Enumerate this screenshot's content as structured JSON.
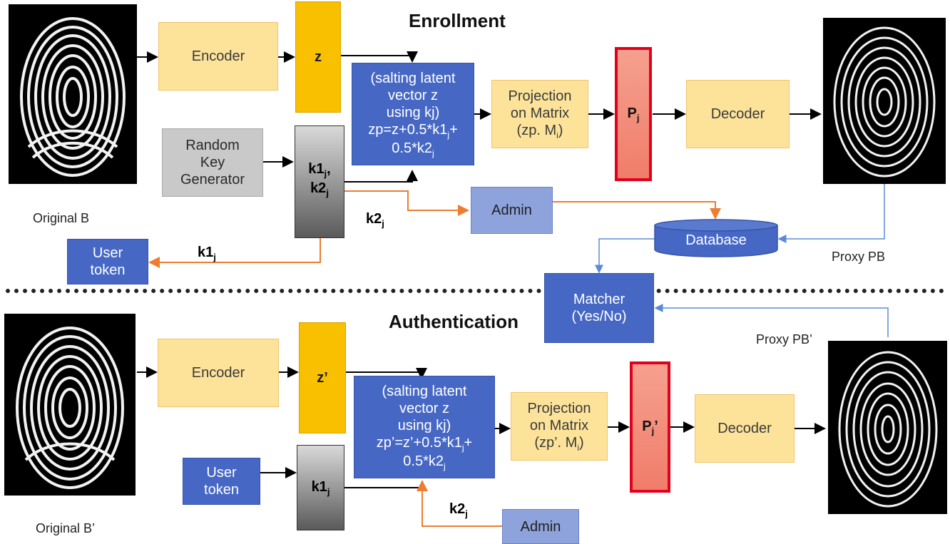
{
  "enrollment": {
    "title": "Enrollment",
    "encoder": "Encoder",
    "z": "z",
    "salting": [
      "(salting latent",
      "vector z",
      "using kj)",
      "zp=z+0.5*k1",
      "j",
      "+",
      "0.5*k2",
      "j"
    ],
    "projection": [
      "Projection",
      "on Matrix",
      "(zp. M",
      "i",
      ")"
    ],
    "p": "P",
    "p_sub": "j",
    "decoder": "Decoder",
    "random_key": [
      "Random",
      "Key",
      "Generator"
    ],
    "key": [
      "k1",
      "j",
      ",",
      "k2",
      "j"
    ],
    "k2_label": "k2",
    "k2_sub": "j",
    "k1_label": "k1",
    "k1_sub": "j",
    "admin": "Admin",
    "database": "Database",
    "user_token": [
      "User",
      "token"
    ],
    "original": "Original B",
    "proxy": "Proxy PB"
  },
  "matcher": [
    "Matcher",
    "(Yes/No)"
  ],
  "authentication": {
    "title": "Authentication",
    "encoder": "Encoder",
    "z": "z’",
    "salting": [
      "(salting latent",
      "vector z",
      "using kj)",
      "zp’=z’+0.5*k1",
      "j",
      "+",
      "0.5*k2",
      "j"
    ],
    "projection": [
      "Projection",
      "on Matrix",
      "(zp’. M",
      "i",
      ")"
    ],
    "p": "P",
    "p_sub": "j",
    "p_suffix": "’",
    "decoder": "Decoder",
    "user_token": [
      "User",
      "token"
    ],
    "key": [
      "k1",
      "j"
    ],
    "k2_label": "k2",
    "k2_sub": "j",
    "admin": "Admin",
    "original": "Original B’",
    "proxy": "Proxy PB’"
  },
  "colors": {
    "orange_arrow": "#ed7d31",
    "blue_arrow": "#5b8bd6",
    "black_arrow": "#000000"
  }
}
